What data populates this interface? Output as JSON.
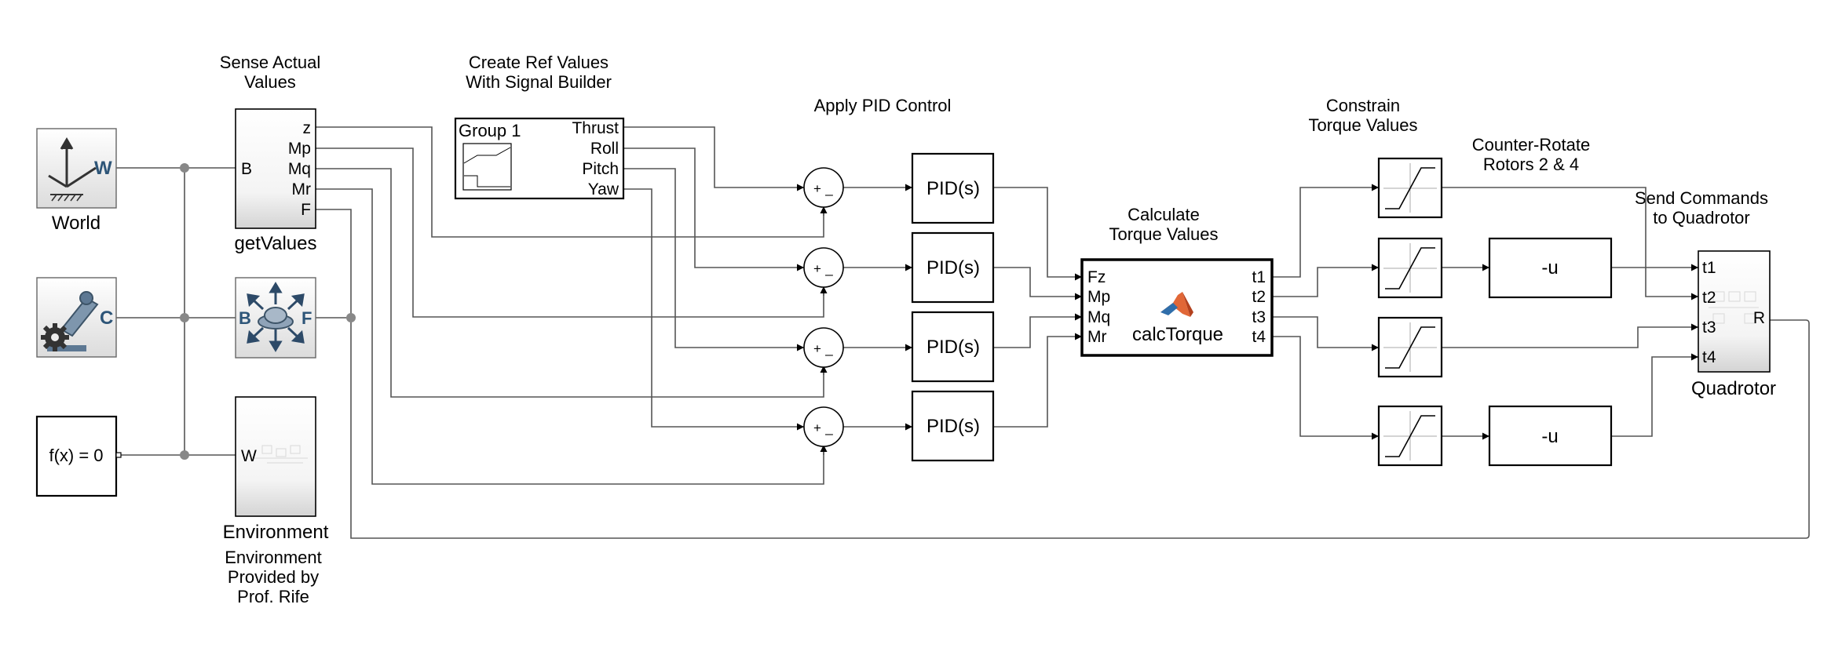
{
  "captions": {
    "sense": [
      "Sense Actual",
      "Values"
    ],
    "createref": [
      "Create Ref Values",
      "With Signal Builder"
    ],
    "applypid": "Apply PID Control",
    "constrain": [
      "Constrain",
      "Torque Values"
    ],
    "calctorque": [
      "Calculate",
      "Torque Values"
    ],
    "counterrotate": [
      "Counter-Rotate",
      "Rotors 2 & 4"
    ],
    "sendcmd": [
      "Send Commands",
      "to Quadrotor"
    ],
    "envprovided": [
      "Environment",
      "Provided by",
      "Prof. Rife"
    ]
  },
  "blocks": {
    "world": {
      "name": "World",
      "port": "W"
    },
    "config": {
      "port": "C"
    },
    "solver": {
      "label": "f(x) = 0"
    },
    "getvalues": {
      "name": "getValues",
      "in_port": "B",
      "out_ports": [
        "z",
        "Mp",
        "Mq",
        "Mr",
        "F"
      ]
    },
    "body": {
      "in_port": "B",
      "out_port": "F"
    },
    "environment": {
      "name": "Environment",
      "in_port": "W"
    },
    "signalbuilder": {
      "group": "Group 1",
      "outputs": [
        "Thrust",
        "Roll",
        "Pitch",
        "Yaw"
      ]
    },
    "sum": {
      "plus": "+",
      "minus": "_"
    },
    "pid": {
      "label": "PID(s)"
    },
    "calctorque": {
      "inputs": [
        "Fz",
        "Mp",
        "Mq",
        "Mr"
      ],
      "outputs": [
        "t1",
        "t2",
        "t3",
        "t4"
      ],
      "function": "calcTorque"
    },
    "gain": {
      "label": "-u"
    },
    "quadrotor": {
      "name": "Quadrotor",
      "inputs": [
        "t1",
        "t2",
        "t3",
        "t4"
      ],
      "out_port": "R"
    }
  },
  "colors": {
    "wire": "#555555",
    "subsystem_top": "#ffffff",
    "subsystem_bottom": "#d6d6d6",
    "matlab_orange": "#e16737",
    "icon_blue": "#4a6b8a"
  }
}
